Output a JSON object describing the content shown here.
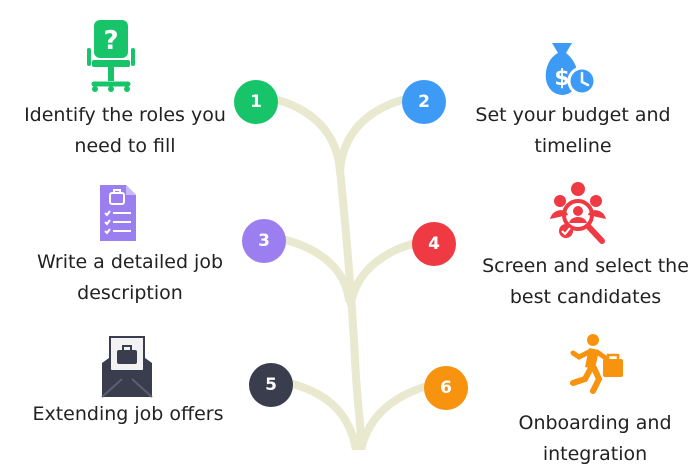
{
  "colors": {
    "tree": "#e8e9cf",
    "green": "#17c46a",
    "blue": "#3d9bf5",
    "purple": "#9b7ef0",
    "red": "#ef3a44",
    "dark": "#393d4d",
    "orange": "#f7930f"
  },
  "steps": [
    {
      "number": "1",
      "label": "Identify the roles you\nneed to fill",
      "icon": "question-chair-icon"
    },
    {
      "number": "2",
      "label": "Set your budget and\ntimeline",
      "icon": "money-bag-clock-icon"
    },
    {
      "number": "3",
      "label": "Write a detailed job\ndescription",
      "icon": "checklist-document-icon"
    },
    {
      "number": "4",
      "label": "Screen and select the\nbest candidates",
      "icon": "candidate-search-icon"
    },
    {
      "number": "5",
      "label": "Extending job offers",
      "icon": "envelope-briefcase-icon"
    },
    {
      "number": "6",
      "label": "Onboarding and\nintegration",
      "icon": "running-person-briefcase-icon"
    }
  ]
}
